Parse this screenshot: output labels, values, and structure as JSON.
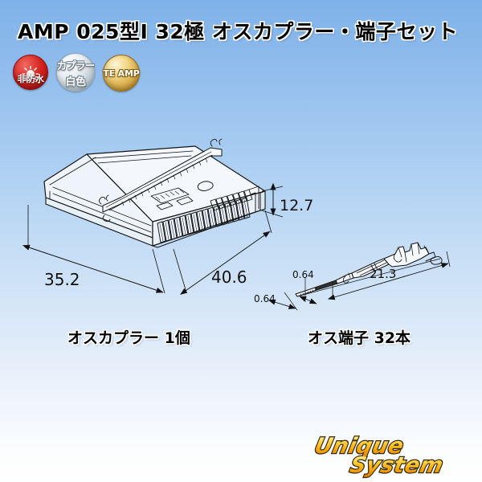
{
  "title": "AMP 025型I 32極 オスカプラー・端子セット",
  "badges": [
    {
      "name": "non-waterproof",
      "label": "非防水",
      "icon": "sun-icon",
      "color": "#d8231f"
    },
    {
      "name": "coupler-color",
      "line1": "カプラー",
      "line2": "白色",
      "color": "#c6d2da"
    },
    {
      "name": "brand",
      "label": "TE AMP",
      "color": "#d3a53e"
    }
  ],
  "drawing": {
    "coupler": {
      "dimensions": {
        "length": "35.2",
        "width": "40.6",
        "height": "12.7"
      }
    },
    "terminal": {
      "dimensions": {
        "length": "21.3",
        "tip_width": "0.64",
        "tip_thickness": "0.64"
      }
    },
    "line_color": "#1a1a1a"
  },
  "captions": {
    "coupler": "オスカプラー 1個",
    "terminal": "オス端子 32本"
  },
  "watermark": {
    "line1": "Unique",
    "line2": "System"
  }
}
